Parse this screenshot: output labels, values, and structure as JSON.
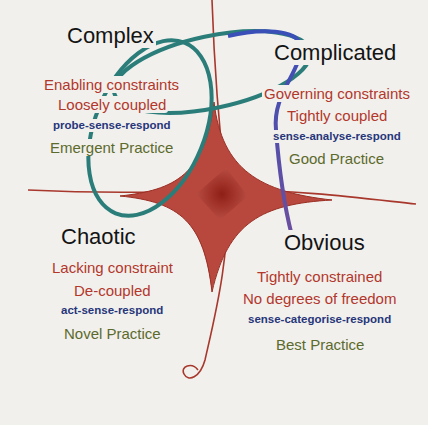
{
  "diagram": {
    "nodes": [
      {
        "text": [
          "Complex",
          "Enabling constraints",
          "Loosely coupled",
          "probe-sense-respond",
          "Emergent Practice"
        ]
      },
      {
        "text": [
          "Complicated",
          "Governing constraints",
          "Tightly coupled",
          "sense-analyse-respond",
          "Good Practice"
        ]
      },
      {
        "text": [
          "Chaotic",
          "Lacking constraint",
          "De-coupled",
          "act-sense-respond",
          "Novel Practice"
        ]
      },
      {
        "text": [
          "Obvious",
          "Tightly constrained",
          "No degrees of freedom",
          "sense-categorise-respond",
          "Best Practice"
        ]
      }
    ]
  }
}
